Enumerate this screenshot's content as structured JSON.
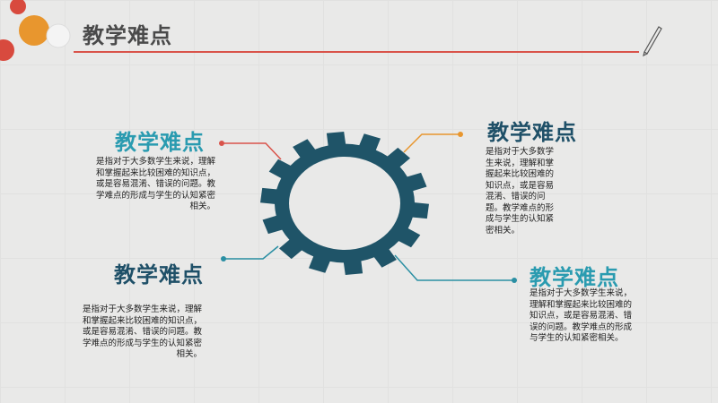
{
  "header": {
    "title": "教学难点"
  },
  "blocks": [
    {
      "heading": "教学难点",
      "text": "是指对于大多数学生来说，理解和掌握起来比较困难的知识点，或是容易混淆、错误的问题。教学难点的形成与学生的认知紧密相关。"
    },
    {
      "heading": "教学难点",
      "text": "是指对于大多数学生来说，理解和掌握起来比较困难的知识点，或是容易混淆、错误的问题。教学难点的形成与学生的认知紧密相关。"
    },
    {
      "heading": "教学难点",
      "text": "是指对于大多数学生来说，理解和掌握起来比较困难的知识点，或是容易混淆、错误的问题。教学难点的形成与学生的认知紧密相关。"
    },
    {
      "heading": "教学难点",
      "text": "是指对于大多数学生来说，理解和掌握起来比较困难的知识点，或是容易混淆、错误的问题。教学难点的形成与学生的认知紧密相关。"
    }
  ],
  "colors": {
    "teal": "#2a9bb0",
    "dark_teal": "#1f5068",
    "red": "#d9534a",
    "orange": "#e8962e",
    "gear": "#1f5468"
  }
}
